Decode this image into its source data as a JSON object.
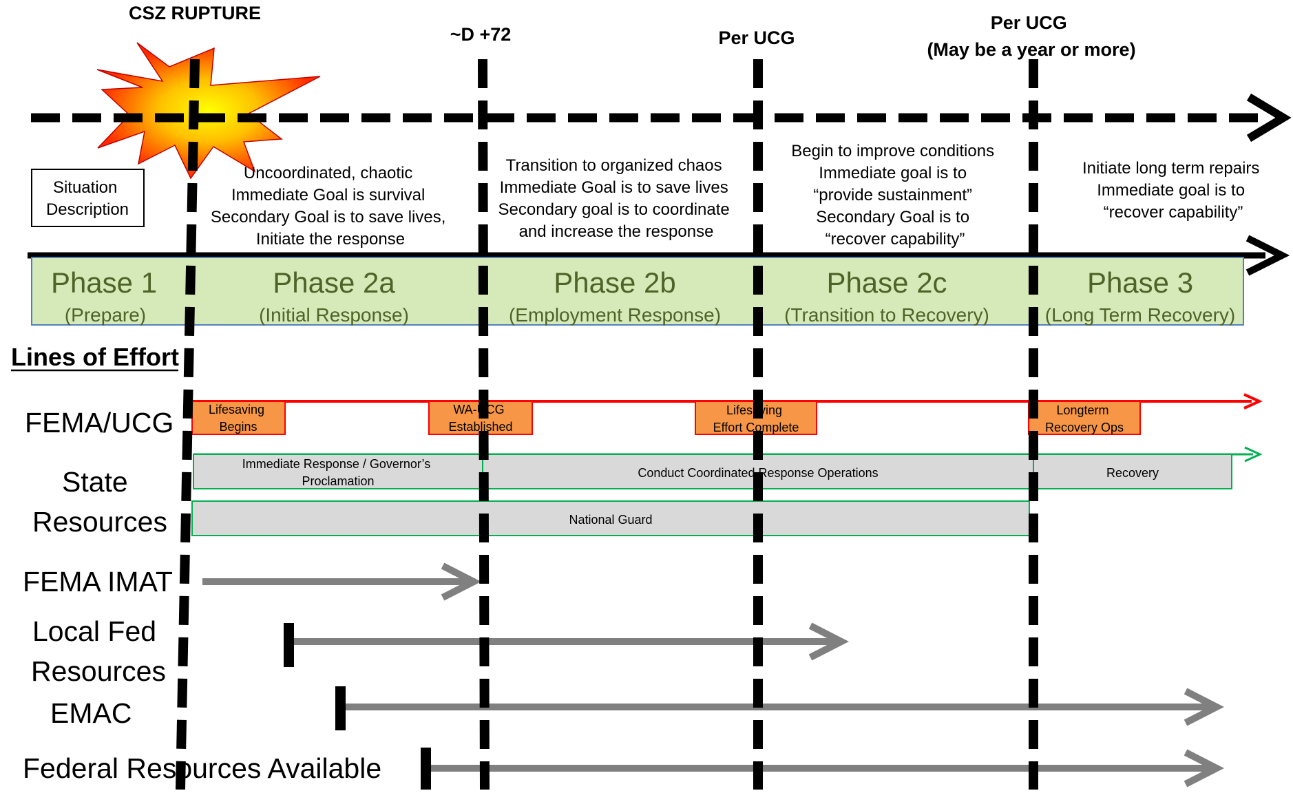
{
  "markers": {
    "rupture": "CSZ RUPTURE",
    "d72": "~D +72",
    "per_ucg_1": "Per UCG",
    "per_ucg_2_line1": "Per UCG",
    "per_ucg_2_line2": "(May be a year or more)"
  },
  "situation_box": {
    "line1": "Situation",
    "line2": "Description"
  },
  "situations": [
    [
      "Uncoordinated, chaotic",
      "Immediate Goal is survival",
      "Secondary Goal is to save lives,",
      "Initiate the response"
    ],
    [
      "Transition to organized chaos",
      "Immediate Goal is to save lives",
      "Secondary goal is to coordinate",
      "and increase the response"
    ],
    [
      "Begin to improve conditions",
      "Immediate goal is to",
      "“provide sustainment”",
      "Secondary Goal is to",
      "“recover capability”"
    ],
    [
      "Initiate long term repairs",
      "Immediate goal is to",
      "“recover capability”"
    ]
  ],
  "phases": [
    {
      "name": "Phase 1",
      "sub": "(Prepare)"
    },
    {
      "name": "Phase 2a",
      "sub": "(Initial Response)"
    },
    {
      "name": "Phase 2b",
      "sub": "(Employment Response)"
    },
    {
      "name": "Phase 2c",
      "sub": "(Transition to Recovery)"
    },
    {
      "name": "Phase 3",
      "sub": "(Long Term Recovery)"
    }
  ],
  "lines_of_effort_title": "Lines of Effort",
  "rows": {
    "fema_ucg": "FEMA/UCG",
    "state_line1": "State",
    "state_line2": "Resources",
    "fema_imat": "FEMA IMAT",
    "local_fed_line1": "Local Fed",
    "local_fed_line2": "Resources",
    "emac": "EMAC",
    "federal": "Federal Resources Available"
  },
  "milestones": [
    [
      "Lifesaving",
      "Begins"
    ],
    [
      "WA-UCG",
      "Established"
    ],
    [
      "Lifesaving",
      "Effort Complete"
    ],
    [
      "Longterm",
      "Recovery  Ops"
    ]
  ],
  "state_boxes": {
    "immediate_line1": "Immediate Response / Governor’s",
    "immediate_line2": "Proclamation",
    "coordinated": "Conduct Coordinated Response Operations",
    "recovery": "Recovery",
    "national_guard": "National Guard"
  },
  "colors": {
    "phase_fill": "#d6e9b9",
    "phase_border": "#4f81bd",
    "phase_text": "#4f6228",
    "milestone_fill": "#f79646",
    "red_line": "#ff0000",
    "green_line": "#00b050",
    "state_box_fill": "#d9d9d9",
    "arrow_gray": "#808080"
  }
}
